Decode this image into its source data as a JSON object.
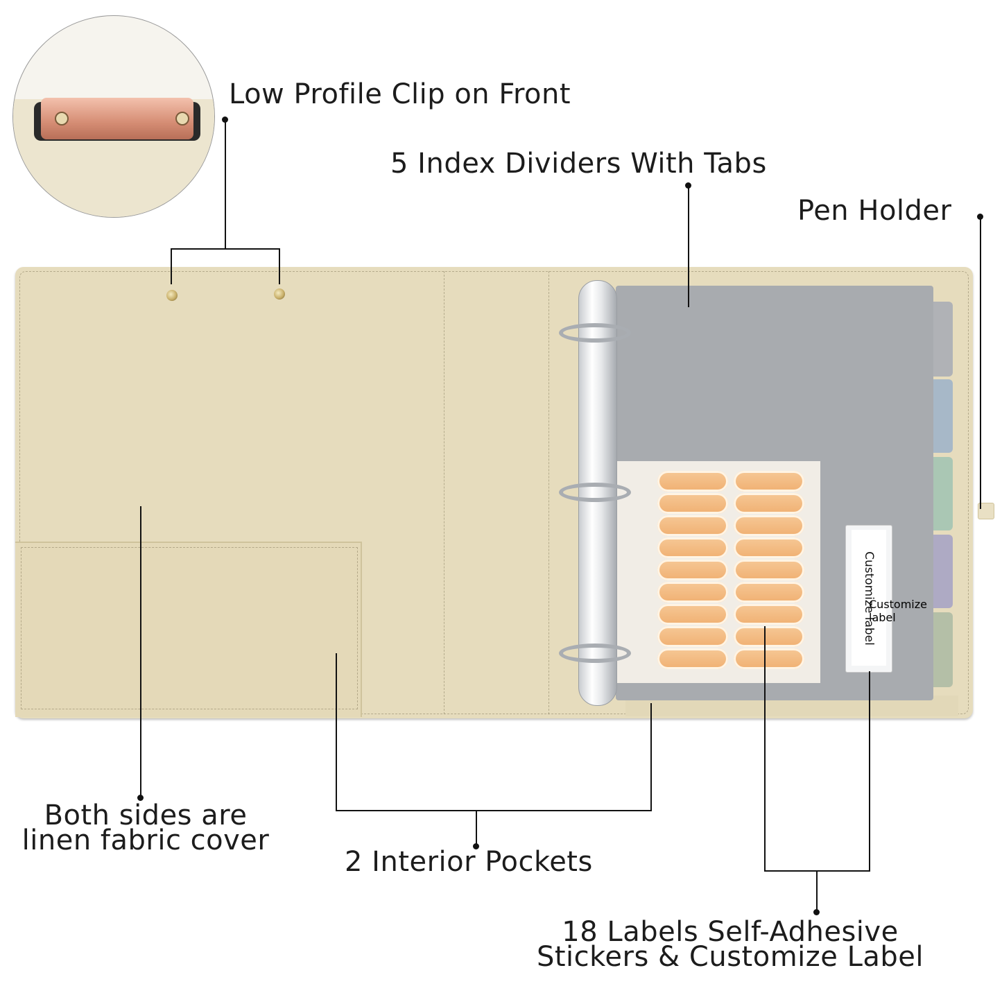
{
  "callouts": {
    "clip": "Low Profile Clip on Front",
    "dividers": "5 Index Dividers With Tabs",
    "pen_holder": "Pen Holder",
    "linen_line1": "Both sides are",
    "linen_line2": "linen fabric cover",
    "pockets": "2 Interior Pockets",
    "labels_line1": "18 Labels Self-Adhesive",
    "labels_line2": "Stickers & Customize Label"
  },
  "customize_label": "Customize label",
  "colors": {
    "linen": "#e6dcbd",
    "divider_gray": "#a8abaf",
    "tab_blue": "#a7b8c8",
    "tab_green": "#aac7b4",
    "tab_purple": "#aeaac4",
    "tab_sage": "#b4bfa7",
    "sticker_orange": "#f0b072",
    "clip_rose_gold": "#d99a82"
  }
}
